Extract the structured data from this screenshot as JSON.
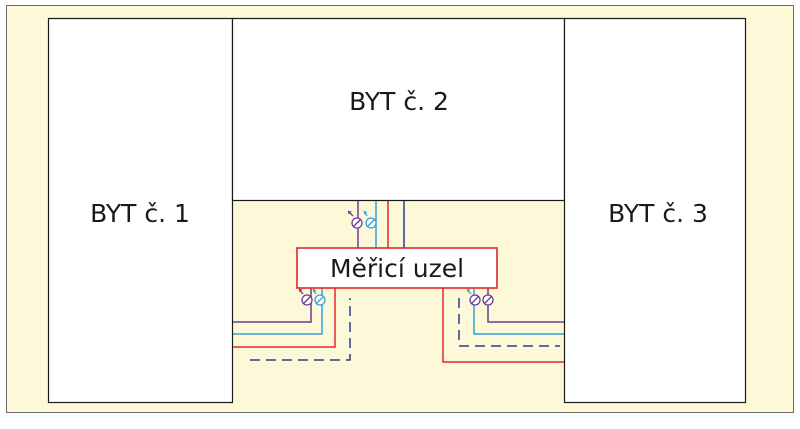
{
  "colors": {
    "background": "#fdf8d8",
    "frame": "#6b6b6b",
    "apartment_fill": "#ffffff",
    "apartment_stroke": "#1a1a1a",
    "pipe_red": "#e3262a",
    "pipe_blue": "#2fa3dc",
    "pipe_purple": "#6a3d97",
    "pipe_navy": "#2e3d86",
    "meter_red": "#e3262a",
    "meter_purple": "#6a3d97",
    "meter_blue": "#2fa3dc"
  },
  "apartments": [
    {
      "id": "byt1",
      "label": "BYT č. 1"
    },
    {
      "id": "byt2",
      "label": "BYT č. 2"
    },
    {
      "id": "byt3",
      "label": "BYT č. 3"
    }
  ],
  "meter_node": {
    "label": "Měřicí uzel"
  },
  "icons": [
    "hot-water-meter-icon",
    "cold-water-meter-icon"
  ]
}
